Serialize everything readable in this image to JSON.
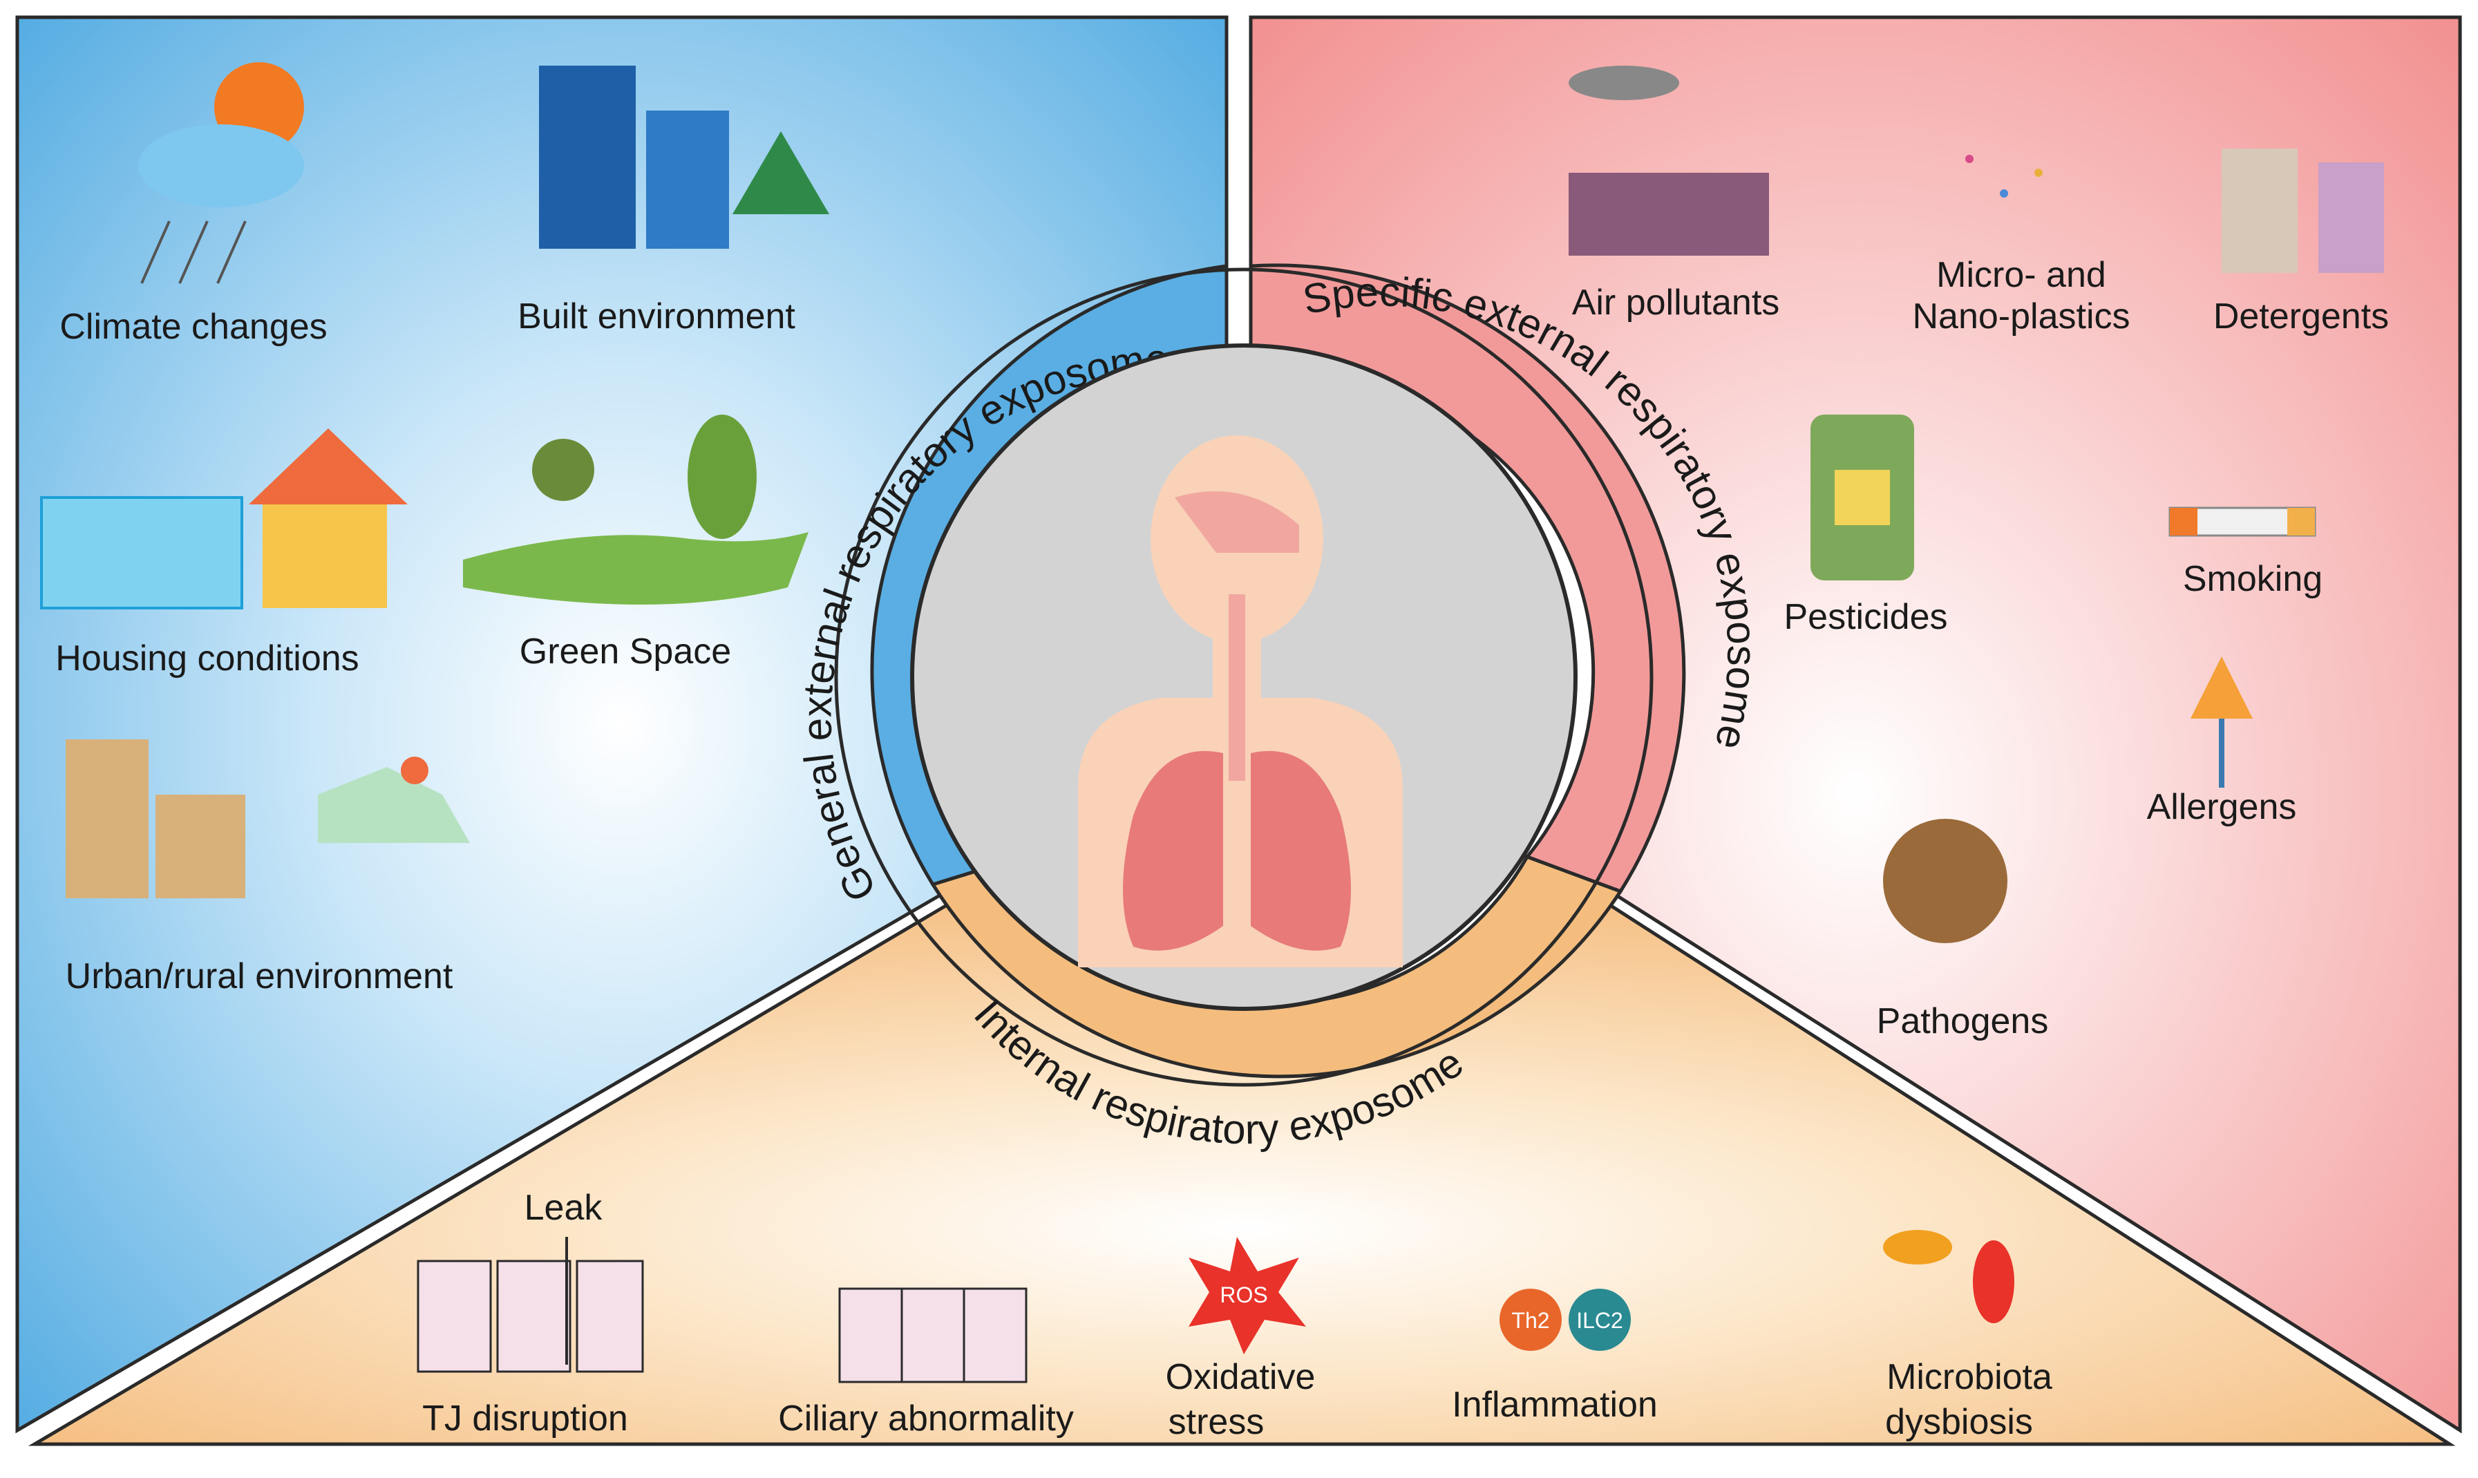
{
  "ring_labels": {
    "general": "General external respiratory exposome",
    "specific": "Specific external respiratory exposome",
    "internal": "Internal respiratory exposome"
  },
  "general_items": {
    "climate": "Climate changes",
    "built": "Built environment",
    "housing": "Housing conditions",
    "green": "Green Space",
    "urban": "Urban/rural environment"
  },
  "specific_items": {
    "air": "Air pollutants",
    "plastics_1": "Micro- and",
    "plastics_2": "Nano-plastics",
    "detergents": "Detergents",
    "pesticides": "Pesticides",
    "smoking": "Smoking",
    "allergens": "Allergens",
    "pathogens": "Pathogens"
  },
  "internal_items": {
    "leak": "Leak",
    "tj": "TJ disruption",
    "ciliary": "Ciliary abnormality",
    "oxidative_1": "Oxidative",
    "oxidative_2": "stress",
    "ros": "ROS",
    "inflammation": "Inflammation",
    "th2": "Th2",
    "ilc2": "ILC2",
    "microbiota_1": "Microbiota",
    "microbiota_2": "dysbiosis"
  },
  "colors": {
    "general": "#5fb3e6",
    "specific": "#f5a3a3",
    "internal": "#f7c58a",
    "center": "#d4d4d4",
    "border": "#2a2a2a"
  }
}
